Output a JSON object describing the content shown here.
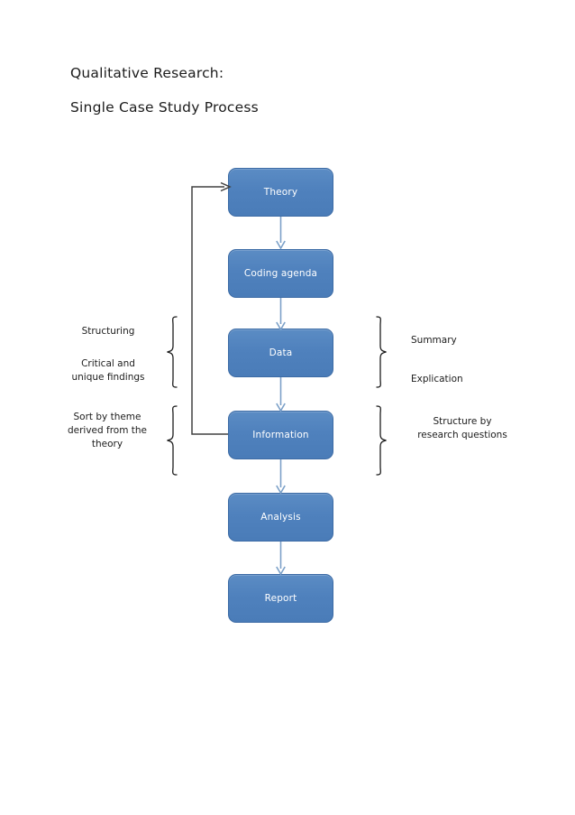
{
  "document": {
    "title_lines": [
      "Qualitative Research:",
      "Single Case Study Process"
    ]
  },
  "diagram": {
    "type": "flowchart",
    "orientation": "vertical",
    "colors": {
      "box_fill": "#4f81bd",
      "box_border": "#3c6ba5",
      "box_text": "#ffffff",
      "connector_arrow": "#7ba0c8",
      "feedback_arrow": "#404040",
      "brace": "#1c1c1c",
      "page_background": "#ffffff"
    },
    "nodes": [
      {
        "id": "theory",
        "label": "Theory"
      },
      {
        "id": "coding-agenda",
        "label": "Coding agenda"
      },
      {
        "id": "data",
        "label": "Data"
      },
      {
        "id": "information",
        "label": "Information"
      },
      {
        "id": "analysis",
        "label": "Analysis"
      },
      {
        "id": "report",
        "label": "Report"
      }
    ],
    "connectors": [
      {
        "from": "theory",
        "to": "coding-agenda",
        "style": "arrow"
      },
      {
        "from": "coding-agenda",
        "to": "data",
        "style": "arrow"
      },
      {
        "from": "data",
        "to": "information",
        "style": "arrow"
      },
      {
        "from": "information",
        "to": "analysis",
        "style": "arrow"
      },
      {
        "from": "analysis",
        "to": "report",
        "style": "arrow"
      }
    ],
    "feedback": {
      "from": "information",
      "to": "theory",
      "style": "elbow-arrow",
      "label": ""
    },
    "annotations": {
      "left": [
        {
          "id": "structuring",
          "lines": [
            "Structuring"
          ],
          "brace": "right-facing",
          "spans": [
            "data"
          ]
        },
        {
          "id": "critical-unique-findings",
          "lines": [
            "Critical and",
            "unique findings"
          ],
          "brace": "right-facing",
          "spans": [
            "data"
          ]
        },
        {
          "id": "sort-by-theme",
          "lines": [
            "Sort by theme",
            "derived from the",
            "theory"
          ],
          "brace": "right-facing",
          "spans": [
            "information"
          ]
        }
      ],
      "right": [
        {
          "id": "summary",
          "lines": [
            "Summary"
          ],
          "brace": "left-facing",
          "spans": [
            "data"
          ]
        },
        {
          "id": "explication",
          "lines": [
            "Explication"
          ],
          "brace": "left-facing",
          "spans": [
            "data"
          ]
        },
        {
          "id": "structure-by-research-questions",
          "lines": [
            "Structure by",
            "research questions"
          ],
          "brace": "left-facing",
          "spans": [
            "information"
          ]
        }
      ]
    }
  }
}
